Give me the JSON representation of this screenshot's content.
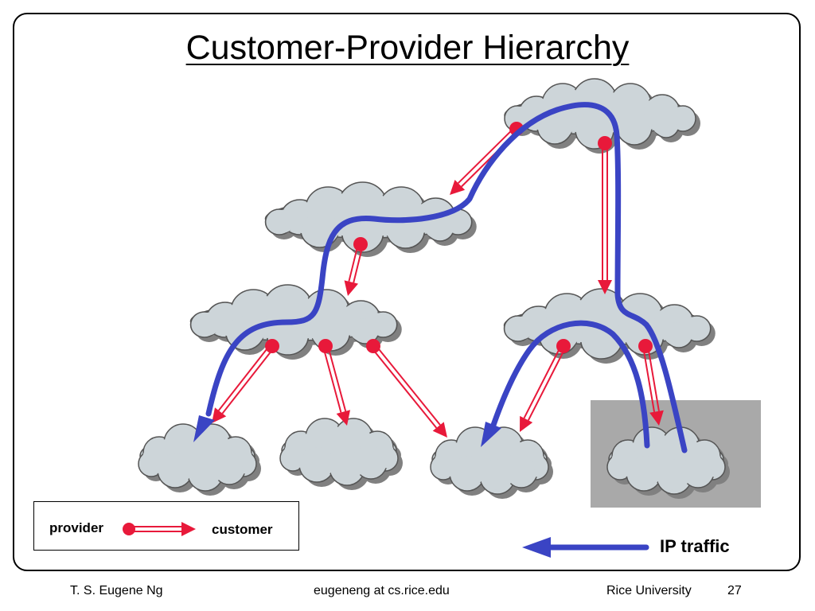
{
  "slide": {
    "title": "Customer-Provider Hierarchy"
  },
  "legend": {
    "provider_label": "provider",
    "customer_label": "customer",
    "ip_traffic_label": "IP traffic"
  },
  "footer": {
    "author": "T. S. Eugene Ng",
    "email": "eugeneng at cs.rice.edu",
    "university": "Rice University",
    "page": "27"
  },
  "colors": {
    "cloud_fill": "#cdd5d9",
    "relationship_arrow": "#e8193a",
    "ip_traffic": "#3a44c4",
    "highlight_box": "#a9a9a9"
  }
}
